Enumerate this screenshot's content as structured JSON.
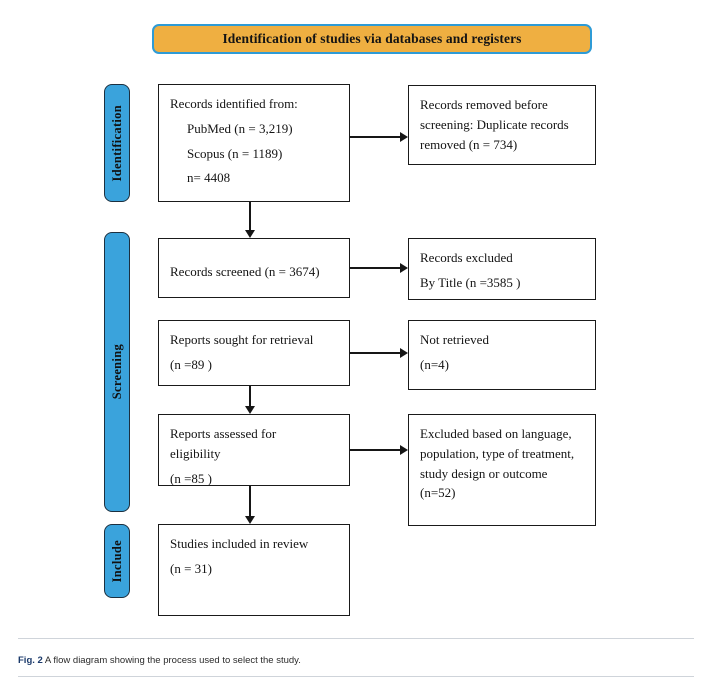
{
  "banner": {
    "title": "Identification of studies via databases and registers",
    "fill_color": "#EFAF41",
    "border_color": "#2E9BD6"
  },
  "stages": [
    {
      "label": "Identification"
    },
    {
      "label": "Screening"
    },
    {
      "label": "Include"
    }
  ],
  "stage_color": "#3AA3DC",
  "boxes": {
    "identified": {
      "line1": "Records identified from:",
      "line2": "PubMed (n = 3,219)",
      "line3": "Scopus (n = 1189)",
      "line4": "n= 4408"
    },
    "removed": {
      "line1": "Records removed before screening: Duplicate records removed  (n = 734)"
    },
    "screened": {
      "line1": "Records screened (n = 3674)"
    },
    "excluded_title": {
      "line1": "Records excluded",
      "line2": "By Title (n =3585 )"
    },
    "sought": {
      "line1": "Reports sought for retrieval",
      "line2": "(n =89 )"
    },
    "not_retrieved": {
      "line1": "Not retrieved",
      "line2": "(n=4)"
    },
    "assessed": {
      "line1": "Reports assessed for",
      "line2": "eligibility",
      "line3": "(n =85 )"
    },
    "excluded_criteria": {
      "line1": "Excluded based on language, population, type of treatment, study design or outcome",
      "line2": "(n=52)"
    },
    "included": {
      "line1": "Studies included in review",
      "line2": "(n = 31)"
    }
  },
  "chart_data": {
    "type": "diagram",
    "title": "Identification of studies via databases and registers",
    "nodes": [
      {
        "id": "identified",
        "stage": "Identification",
        "label": "Records identified from: PubMed (n = 3,219); Scopus (n = 1189); n= 4408",
        "value": 4408
      },
      {
        "id": "removed",
        "stage": "Identification",
        "label": "Records removed before screening: Duplicate records removed (n = 734)",
        "value": 734
      },
      {
        "id": "screened",
        "stage": "Screening",
        "label": "Records screened (n = 3674)",
        "value": 3674
      },
      {
        "id": "excluded_title",
        "stage": "Screening",
        "label": "Records excluded By Title (n =3585 )",
        "value": 3585
      },
      {
        "id": "sought",
        "stage": "Screening",
        "label": "Reports sought for retrieval (n =89 )",
        "value": 89
      },
      {
        "id": "not_retrieved",
        "stage": "Screening",
        "label": "Not retrieved (n=4)",
        "value": 4
      },
      {
        "id": "assessed",
        "stage": "Screening",
        "label": "Reports assessed for eligibility (n =85 )",
        "value": 85
      },
      {
        "id": "excluded_criteria",
        "stage": "Screening",
        "label": "Excluded based on language, population, type of treatment, study design or outcome (n=52)",
        "value": 52
      },
      {
        "id": "included",
        "stage": "Include",
        "label": "Studies included in review (n = 31)",
        "value": 31
      }
    ],
    "edges": [
      {
        "from": "identified",
        "to": "removed",
        "direction": "right"
      },
      {
        "from": "identified",
        "to": "screened",
        "direction": "down"
      },
      {
        "from": "screened",
        "to": "excluded_title",
        "direction": "right"
      },
      {
        "from": "sought",
        "to": "not_retrieved",
        "direction": "right"
      },
      {
        "from": "sought",
        "to": "assessed",
        "direction": "down"
      },
      {
        "from": "assessed",
        "to": "excluded_criteria",
        "direction": "right"
      },
      {
        "from": "assessed",
        "to": "included",
        "direction": "down"
      }
    ]
  },
  "caption": {
    "figure_label": "Fig. 2",
    "text": " A flow diagram showing the process used to select the study."
  }
}
